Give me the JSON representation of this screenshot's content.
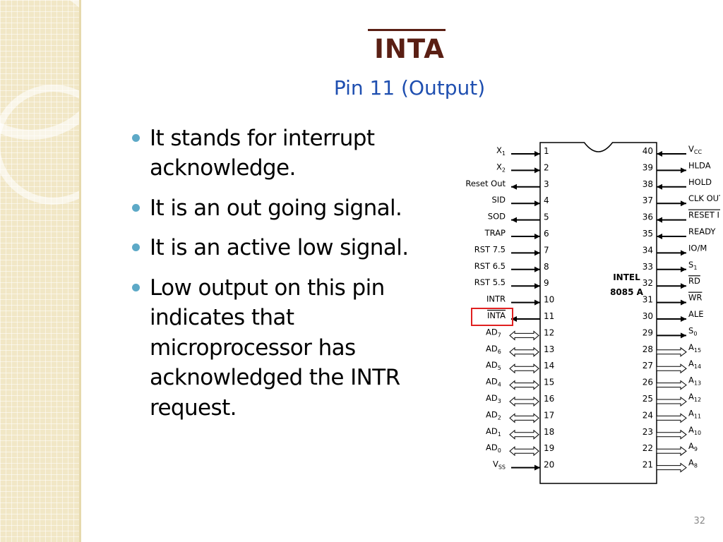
{
  "slide": {
    "title": "INTA",
    "subtitle": "Pin 11 (Output)",
    "page_number": "32"
  },
  "bullets": [
    "It stands for interrupt acknowledge.",
    "It is an out going signal.",
    "It is an active low signal.",
    "Low output on this pin indicates that microprocessor has acknowledged the INTR request."
  ],
  "chip": {
    "label_line1": "INTEL",
    "label_line2": "8085 A",
    "highlight_pin": 11,
    "highlight_color": "#e02020",
    "left_pins": [
      {
        "num": "1",
        "name": "X",
        "sub": "1",
        "dir": "in"
      },
      {
        "num": "2",
        "name": "X",
        "sub": "2",
        "dir": "in"
      },
      {
        "num": "3",
        "name": "Reset Out",
        "sub": "",
        "dir": "out"
      },
      {
        "num": "4",
        "name": "SID",
        "sub": "",
        "dir": "in"
      },
      {
        "num": "5",
        "name": "SOD",
        "sub": "",
        "dir": "out"
      },
      {
        "num": "6",
        "name": "TRAP",
        "sub": "",
        "dir": "in"
      },
      {
        "num": "7",
        "name": "RST 7.5",
        "sub": "",
        "dir": "in"
      },
      {
        "num": "8",
        "name": "RST 6.5",
        "sub": "",
        "dir": "in"
      },
      {
        "num": "9",
        "name": "RST 5.5",
        "sub": "",
        "dir": "in"
      },
      {
        "num": "10",
        "name": "INTR",
        "sub": "",
        "dir": "in"
      },
      {
        "num": "11",
        "name": "INTA",
        "sub": "",
        "dir": "out",
        "overbar": true
      },
      {
        "num": "12",
        "name": "AD",
        "sub": "7",
        "dir": "bi"
      },
      {
        "num": "13",
        "name": "AD",
        "sub": "6",
        "dir": "bi"
      },
      {
        "num": "14",
        "name": "AD",
        "sub": "5",
        "dir": "bi"
      },
      {
        "num": "15",
        "name": "AD",
        "sub": "4",
        "dir": "bi"
      },
      {
        "num": "16",
        "name": "AD",
        "sub": "3",
        "dir": "bi"
      },
      {
        "num": "17",
        "name": "AD",
        "sub": "2",
        "dir": "bi"
      },
      {
        "num": "18",
        "name": "AD",
        "sub": "1",
        "dir": "bi"
      },
      {
        "num": "19",
        "name": "AD",
        "sub": "0",
        "dir": "bi"
      },
      {
        "num": "20",
        "name": "V",
        "sub": "SS",
        "dir": "in"
      }
    ],
    "right_pins": [
      {
        "num": "40",
        "name": "V",
        "sub": "CC",
        "dir": "in"
      },
      {
        "num": "39",
        "name": "HLDA",
        "sub": "",
        "dir": "out"
      },
      {
        "num": "38",
        "name": "HOLD",
        "sub": "",
        "dir": "in"
      },
      {
        "num": "37",
        "name": "CLK OUT",
        "sub": "",
        "dir": "out"
      },
      {
        "num": "36",
        "name": "RESET IN",
        "sub": "",
        "dir": "in",
        "overbar": true
      },
      {
        "num": "35",
        "name": "READY",
        "sub": "",
        "dir": "in"
      },
      {
        "num": "34",
        "name": "IO/M",
        "sub": "",
        "dir": "out",
        "overbar_m": true
      },
      {
        "num": "33",
        "name": "S",
        "sub": "1",
        "dir": "out"
      },
      {
        "num": "32",
        "name": "RD",
        "sub": "",
        "dir": "out",
        "overbar": true
      },
      {
        "num": "31",
        "name": "WR",
        "sub": "",
        "dir": "out",
        "overbar": true
      },
      {
        "num": "30",
        "name": "ALE",
        "sub": "",
        "dir": "out"
      },
      {
        "num": "29",
        "name": "S",
        "sub": "0",
        "dir": "out"
      },
      {
        "num": "28",
        "name": "A",
        "sub": "15",
        "dir": "aout"
      },
      {
        "num": "27",
        "name": "A",
        "sub": "14",
        "dir": "aout"
      },
      {
        "num": "26",
        "name": "A",
        "sub": "13",
        "dir": "aout"
      },
      {
        "num": "25",
        "name": "A",
        "sub": "12",
        "dir": "aout"
      },
      {
        "num": "24",
        "name": "A",
        "sub": "11",
        "dir": "aout"
      },
      {
        "num": "23",
        "name": "A",
        "sub": "10",
        "dir": "aout"
      },
      {
        "num": "22",
        "name": "A",
        "sub": "9",
        "dir": "aout"
      },
      {
        "num": "21",
        "name": "A",
        "sub": "8",
        "dir": "aout"
      }
    ]
  }
}
